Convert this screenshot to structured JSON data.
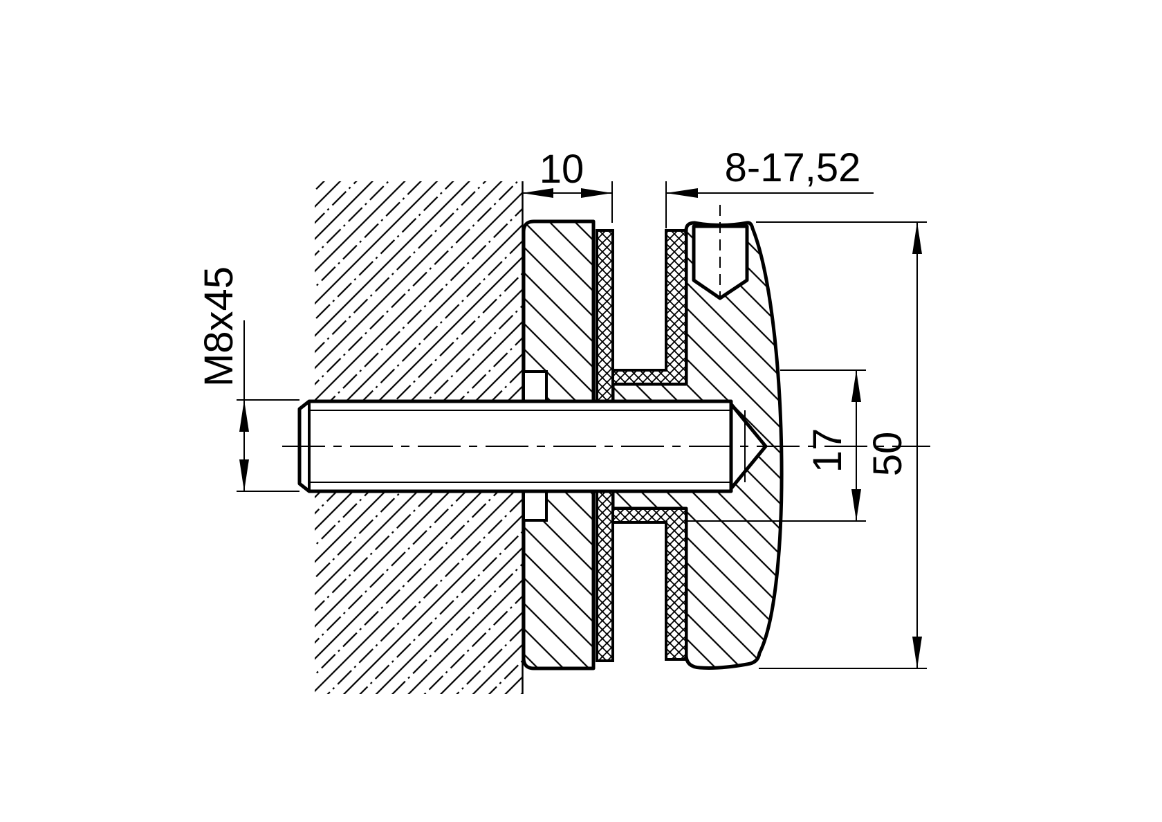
{
  "drawing": {
    "labels": {
      "clamp_thickness": "10",
      "glass_thickness_range": "8-17,52",
      "thread_spec": "M8x45",
      "hole_diameter": "17",
      "body_diameter": "50"
    },
    "colors": {
      "line": "#000000",
      "background": "#ffffff"
    }
  }
}
